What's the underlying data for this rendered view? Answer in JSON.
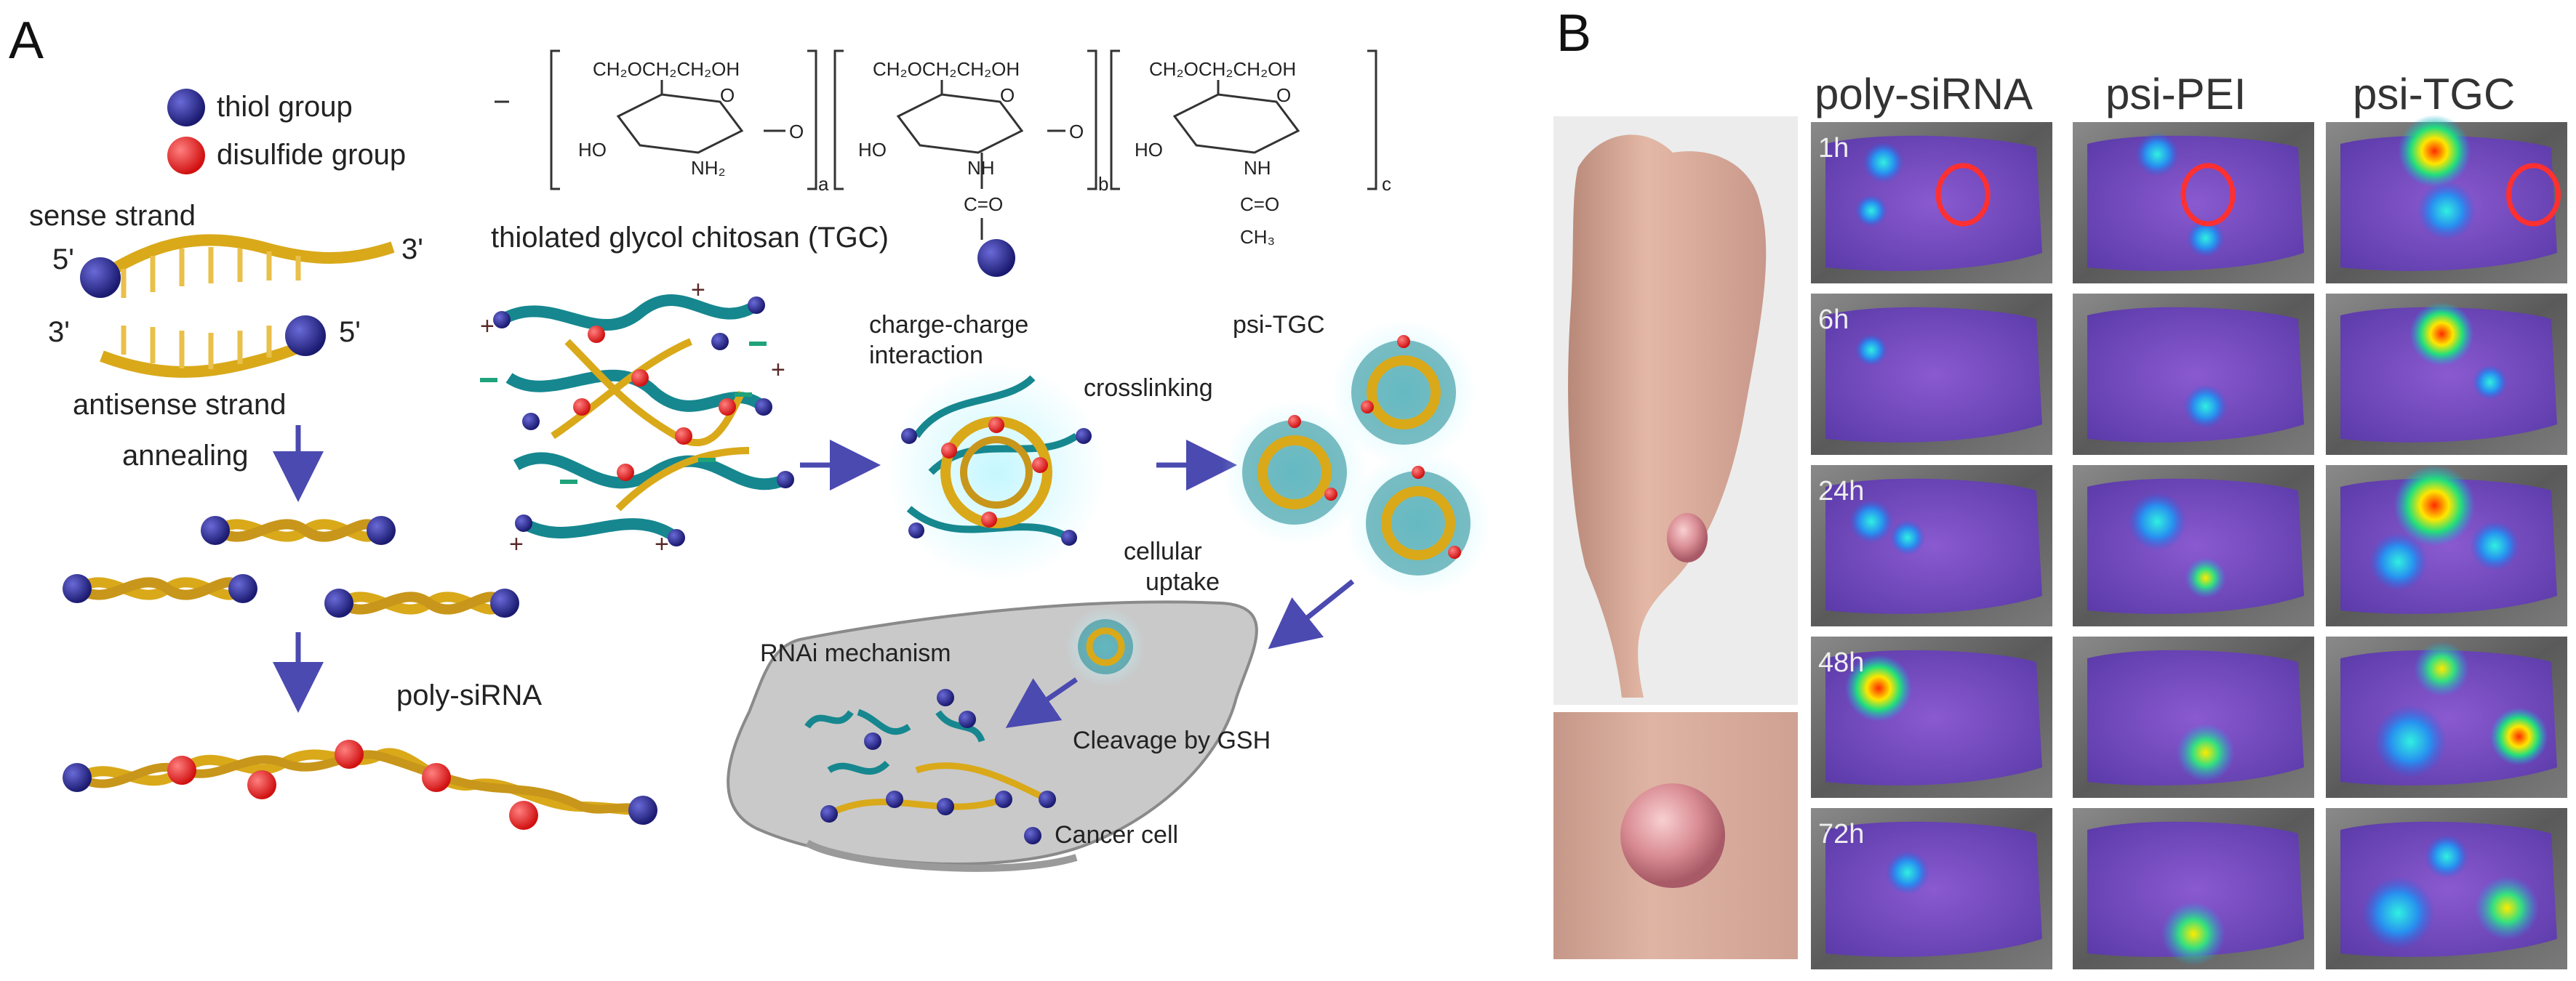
{
  "panel_a": {
    "letter": "A",
    "legend": {
      "thiol": "thiol group",
      "disulfide": "disulfide group"
    },
    "strands": {
      "sense": "sense strand",
      "antisense": "antisense strand",
      "five_prime": "5'",
      "three_prime": "3'"
    },
    "steps": {
      "annealing": "annealing",
      "poly": "poly-siRNA"
    },
    "chem": {
      "r1": "CH₂OCH₂CH₂OH",
      "ho": "HO",
      "nh2": "NH₂",
      "nh": "NH",
      "co": "C=O",
      "ch3": "CH₃",
      "a": "a",
      "b": "b",
      "c": "c",
      "o": "O",
      "name": "thiolated glycol chitosan (TGC)"
    },
    "process": {
      "charge": "charge-charge",
      "interaction": "interaction",
      "crosslinking": "crosslinking",
      "psi_tgc": "psi-TGC",
      "cellular": "cellular",
      "uptake": "uptake",
      "rnai": "RNAi  mechanism",
      "cleavage": "Cleavage   by GSH",
      "cancer": "Cancer cell"
    }
  },
  "panel_b": {
    "letter": "B",
    "columns": [
      "poly-siRNA",
      "psi-PEI",
      "psi-TGC"
    ],
    "times": [
      "1h",
      "6h",
      "24h",
      "48h",
      "72h"
    ]
  },
  "colors": {
    "thiol": "#2a2a8c",
    "disulfide": "#e8201e",
    "strand": "#d9a91a",
    "polymer": "#16878f",
    "arrow": "#4a4ab0",
    "imaging_bg": "#6a2fb0",
    "circle": "#ff3030"
  }
}
